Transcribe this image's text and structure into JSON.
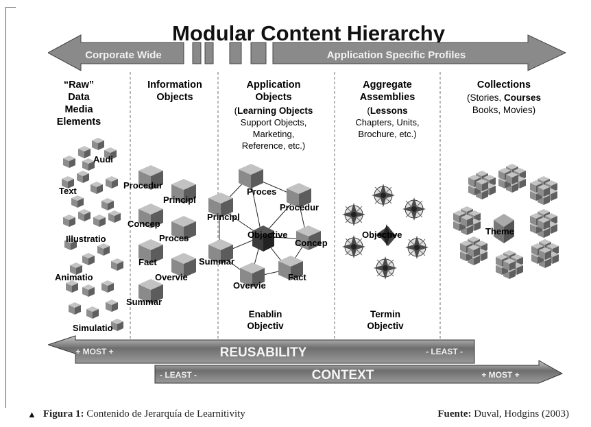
{
  "title": "Modular Content Hierarchy",
  "top_arrow": {
    "left_label": "Corporate Wide",
    "right_label": "Application Specific Profiles"
  },
  "columns": {
    "raw": [
      "“Raw”",
      "Data",
      "Media",
      "Elements"
    ],
    "information": [
      "Information",
      "Objects"
    ],
    "application": {
      "title": [
        "Application",
        "Objects"
      ],
      "subtitle_bold": "Learning Objects",
      "lines": [
        "Support Objects,",
        "Marketing,",
        "Reference, etc.)"
      ]
    },
    "aggregate": {
      "title": [
        "Aggregate",
        "Assemblies"
      ],
      "subtitle_bold": "Lessons",
      "lines": [
        "Chapters, Units,",
        "Brochure, etc.)"
      ]
    },
    "collections": {
      "title": "Collections",
      "line1_prefix": "(Stories, ",
      "line1_bold": "Courses",
      "line2": "Books, Movies)"
    }
  },
  "raw_labels": [
    "Audi",
    "Text",
    "Illustratio",
    "Animatio",
    "Simulatio"
  ],
  "info_labels": [
    "Procedur",
    "Principl",
    "Concep",
    "Proces",
    "Fact",
    "Overvie",
    "Summar"
  ],
  "app_nodes": [
    "Proces",
    "Procedur",
    "Concep",
    "Fact",
    "Overvie",
    "Summar",
    "Principl"
  ],
  "app_center": "Objective",
  "app_footer": [
    "Enablin",
    "Objectiv"
  ],
  "agg_center": "Objective",
  "agg_footer": [
    "Termin",
    "Objectiv"
  ],
  "coll_center": "Theme",
  "reusability": {
    "label": "REUSABILITY",
    "left": "+ MOST +",
    "right": "- LEAST -"
  },
  "context": {
    "label": "CONTEXT",
    "left": "- LEAST -",
    "right": "+ MOST +"
  },
  "caption": {
    "figure_label": "Figura 1:",
    "figure_text": "Contenido de Jerarquía de Learnitivity",
    "source_label": "Fuente:",
    "source_text": "Duval, Hodgins (2003)"
  },
  "colors": {
    "arrow_fill": "#8a8a8a",
    "cube_mid": "#8c8c8c",
    "dark_center": "#3c3c3c"
  }
}
